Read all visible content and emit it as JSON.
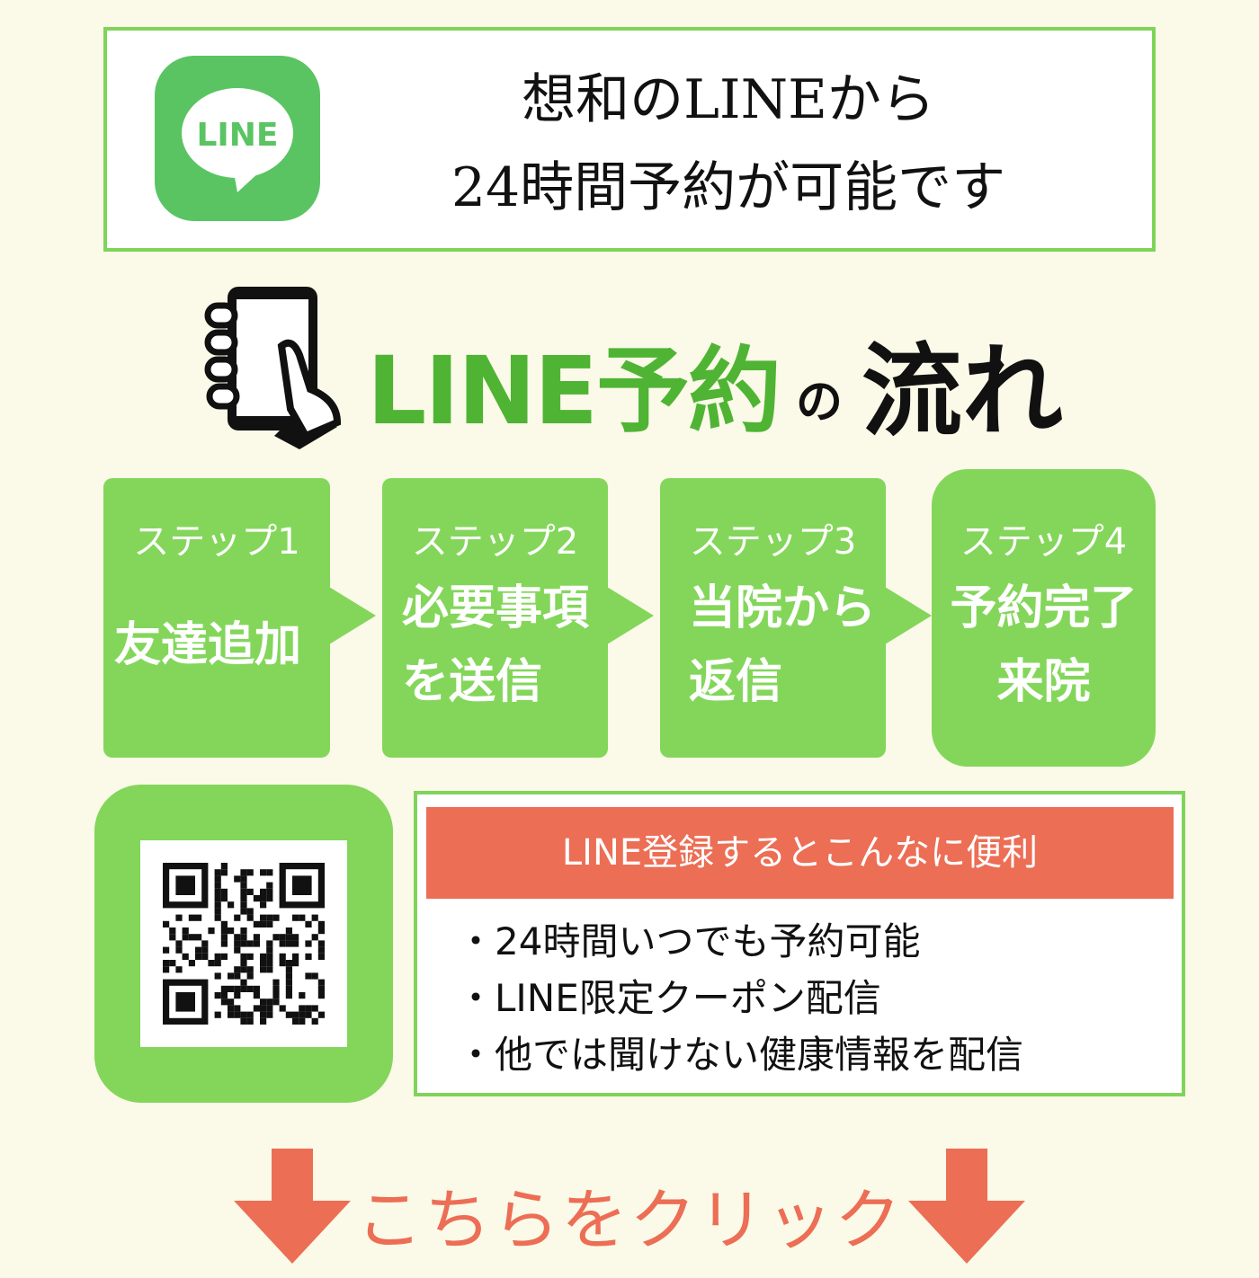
{
  "header": {
    "logo_text": "LINE",
    "line1": "想和のLINEから",
    "line2": "24時間予約が可能です"
  },
  "title": {
    "line": "LINE予約",
    "no": "の",
    "flow": "流れ"
  },
  "steps": [
    {
      "label": "ステップ1",
      "text1": "友達追加",
      "text2": ""
    },
    {
      "label": "ステップ2",
      "text1": "必要事項",
      "text2": "を送信"
    },
    {
      "label": "ステップ3",
      "text1": "当院から",
      "text2": "返信"
    },
    {
      "label": "ステップ4",
      "text1": "予約完了",
      "text2": "来院"
    }
  ],
  "benefits": {
    "heading": "LINE登録するとこんなに便利",
    "items": [
      "・24時間いつでも予約可能",
      "・LINE限定クーポン配信",
      "・他では聞けない健康情報を配信"
    ]
  },
  "cta": {
    "label": "こちらをクリック"
  },
  "colors": {
    "green": "#83d65a",
    "line_green": "#5ac463",
    "accent": "#ec6e55",
    "bg": "#fbf9e8"
  }
}
